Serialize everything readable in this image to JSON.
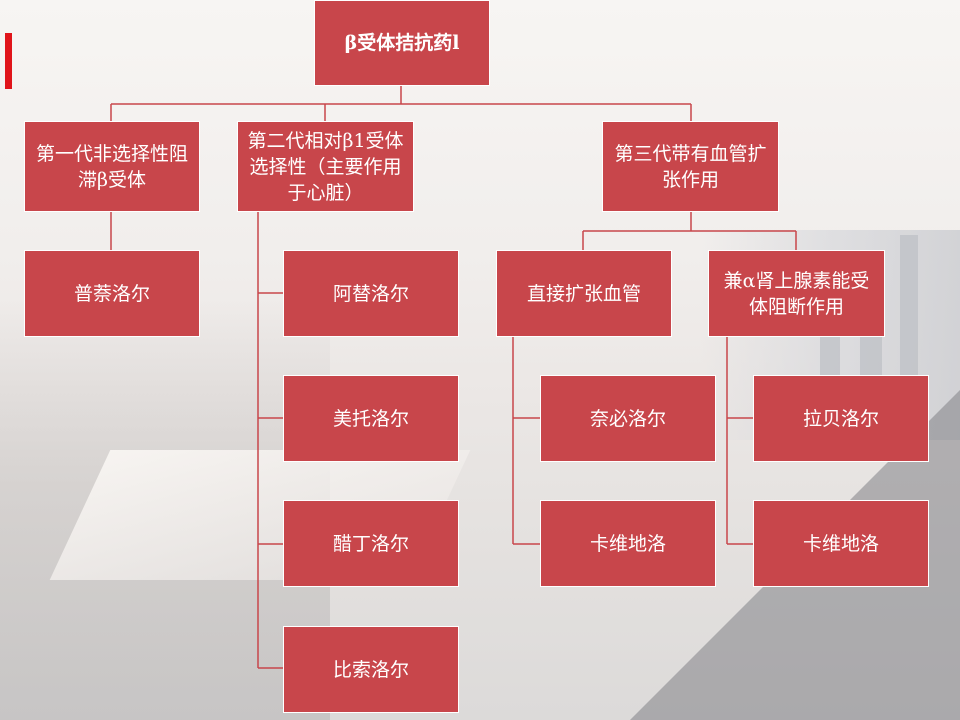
{
  "colors": {
    "box_fill": "#c8464b",
    "connector": "#c8464b",
    "accent": "#e0141a"
  },
  "diagram": {
    "root": {
      "label": "β受体拮抗药l"
    },
    "gen1": {
      "label": "第一代非选择性阻滞β受体",
      "children": [
        "普萘洛尔"
      ]
    },
    "gen2": {
      "label": "第二代相对β1受体选择性（主要作用于心脏）",
      "children": [
        "阿替洛尔",
        "美托洛尔",
        "醋丁洛尔",
        "比索洛尔"
      ]
    },
    "gen3": {
      "label": "第三代带有血管扩张作用",
      "direct": {
        "label": "直接扩张血管",
        "children": [
          "奈必洛尔",
          "卡维地洛"
        ]
      },
      "alpha": {
        "label": "兼α肾上腺素能受体阻断作用",
        "children": [
          "拉贝洛尔",
          "卡维地洛"
        ]
      }
    }
  }
}
